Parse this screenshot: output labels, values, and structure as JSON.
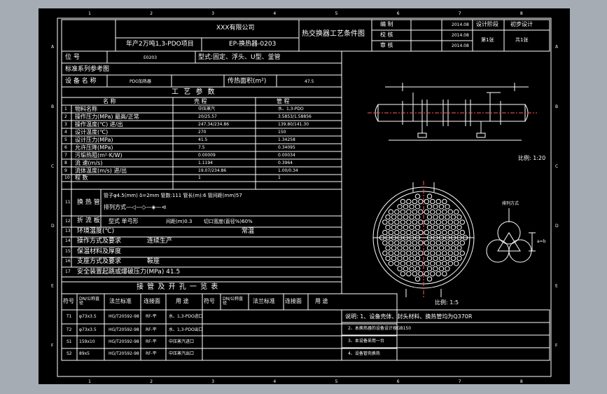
{
  "title_block": {
    "company": "XXX有限公司",
    "project": "年产2万吨1,3-PDO项目",
    "drawing_no": "EP-换热器-0203",
    "drawing_title": "热交换器工艺条件图",
    "roles": [
      "编  制",
      "校  核",
      "审  核"
    ],
    "dates": [
      "2014.08",
      "2014.08",
      "2014.08"
    ],
    "design_stage_label": "设计阶段",
    "design_stage_value": "初步设计",
    "sheet_no": "第1张",
    "sheet_total": "共1张"
  },
  "header_rows": {
    "position_label": "位    号",
    "position_value": "E0203",
    "type_label": "型式:固定、浮头、U型、釜管",
    "std_ref_label": "标准系列参考图",
    "equipment_label": "设 备 名 称",
    "equipment_value": "PDO加热器",
    "area_label": "传热面积(m²)",
    "area_value": "47.5"
  },
  "process_params": {
    "title": "工  艺  参  数",
    "col_headers": [
      "名        称",
      "壳        程",
      "管        程"
    ],
    "rows": [
      {
        "no": "1",
        "name": "物料名称",
        "shell": "中压蒸汽",
        "tube": "水、1,3-PDO"
      },
      {
        "no": "2",
        "name": "操作压力(MPa)  最高/正常",
        "shell": "20/25.57",
        "tube": "3.5853/1.58856"
      },
      {
        "no": "3",
        "name": "操作温度(℃)  进/出",
        "shell": "247.34/234.86",
        "tube": "139.80/141.30"
      },
      {
        "no": "4",
        "name": "设计温度(℃)",
        "shell": "270",
        "tube": "150"
      },
      {
        "no": "5",
        "name": "设计压力(MPa)",
        "shell": "41.5",
        "tube": "1.34258"
      },
      {
        "no": "6",
        "name": "允许压降(MPa)",
        "shell": "7.5",
        "tube": "0.34095"
      },
      {
        "no": "7",
        "name": "污垢热阻(m²·K/W)",
        "shell": "0.00009",
        "tube": "0.00034"
      },
      {
        "no": "8",
        "name": "流  速(m/s)",
        "shell": "1.1194",
        "tube": "0.3964"
      },
      {
        "no": "9",
        "name": "流体温度(m/s) 进/出",
        "shell": "19.07/234.86",
        "tube": "1.00/0.34"
      },
      {
        "no": "10",
        "name": "程  数",
        "shell": "1",
        "tube": "1"
      }
    ],
    "row11": {
      "no": "11",
      "label": "换 热 管",
      "line1": "管子φ4.5(mm) δ=2mm 管数:111 管长(m):6 管间距(mm)57",
      "line2": "排列方式—◁—◇—◈—⊲"
    },
    "row12": {
      "no": "12",
      "label": "折 流 板",
      "a": "型式 单弓形",
      "b": "间距(m)0.3",
      "c": "切口宽度(直径%)60%"
    },
    "row13": {
      "no": "13",
      "label": "环境温度(℃)",
      "value": "常温"
    },
    "row14": {
      "no": "14",
      "label": "操作方式及要求",
      "value": "连续生产"
    },
    "row15": {
      "no": "15",
      "label": "保温材料及厚度"
    },
    "row16": {
      "no": "16",
      "label": "支座方式及要求",
      "value": "鞍座"
    },
    "row17": {
      "no": "17",
      "label": "安全装置起跳或爆破压力(MPa)  41.5"
    }
  },
  "nozzles": {
    "title": "接  管  及  开  孔  一  览  表",
    "headers": [
      "符号",
      "DN/公称直径",
      "法兰标准",
      "连接面",
      "用  途",
      "符号",
      "DN/公称直径",
      "法兰标准",
      "连接面",
      "用  途"
    ],
    "rows": [
      {
        "sym": "T1",
        "dn": "φ73x3.5",
        "std": "HG/T20592-98",
        "face": "RF-平",
        "use": "水、1,3-PDO进口"
      },
      {
        "sym": "T2",
        "dn": "φ73x3.5",
        "std": "HG/T20592-98",
        "face": "RF-平",
        "use": "水、1,3-PDO出口"
      },
      {
        "sym": "S1",
        "dn": "159x10",
        "std": "HG/T20592-98",
        "face": "RF-平",
        "use": "中压蒸汽进口"
      },
      {
        "sym": "S2",
        "dn": "89x5",
        "std": "HG/T20592-98",
        "face": "RF-平",
        "use": "中压蒸汽出口"
      }
    ]
  },
  "notes": [
    "说明: 1、设备壳体、封头材料、换热管均为Q370R",
    "2、本换热器的设备设计按GB150",
    "3、本设备采用一台",
    "4、设备管壳换热"
  ],
  "scales": {
    "side": "比例: 1:20",
    "section": "比例: 1:5"
  },
  "detail_labels": [
    "排列方式",
    "a=b"
  ],
  "grid_numbers": [
    "1",
    "2",
    "3",
    "4",
    "5",
    "6",
    "7",
    "8"
  ],
  "grid_letters": [
    "A",
    "B",
    "C",
    "D",
    "E",
    "F"
  ]
}
